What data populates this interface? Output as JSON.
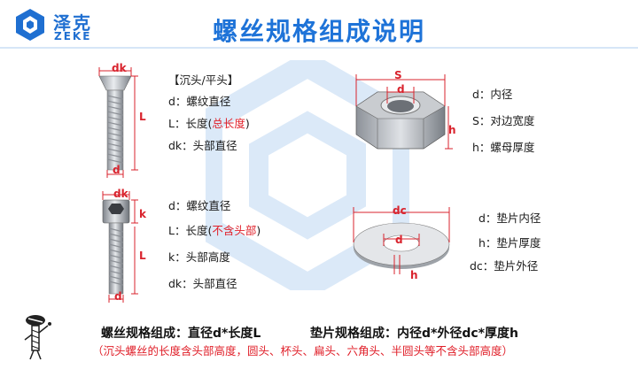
{
  "brand": {
    "cn": "泽克",
    "en": "ZEKE"
  },
  "title": "螺丝规格组成说明",
  "screw1": {
    "dims": {
      "top": "dk",
      "side": "L",
      "bottom": "d"
    },
    "legend": [
      {
        "label": "【沉头/平头】",
        "extra": ""
      },
      {
        "label": "d：螺纹直径",
        "extra": ""
      },
      {
        "label": "L：长度(",
        "extra": "总长度",
        "tail": ")"
      },
      {
        "label": "dk：头部直径",
        "extra": ""
      }
    ]
  },
  "screw2": {
    "dims": {
      "top": "dk",
      "k": "k",
      "side": "L",
      "bottom": "d"
    },
    "legend": [
      {
        "label": "d：螺纹直径"
      },
      {
        "label": "L：长度(",
        "extra": "不含头部",
        "tail": ")"
      },
      {
        "label": "k：头部高度"
      },
      {
        "label": "dk：头部直径"
      }
    ]
  },
  "nut": {
    "dims": {
      "s": "S",
      "d": "d",
      "h": "h"
    },
    "legend": [
      {
        "label": "d：内径"
      },
      {
        "label": "S：对边宽度"
      },
      {
        "label": "h：螺母厚度"
      }
    ]
  },
  "washer": {
    "dims": {
      "dc": "dc",
      "d": "d",
      "h": "h"
    },
    "legend": [
      {
        "label": "d：垫片内径"
      },
      {
        "label": "h：垫片厚度"
      },
      {
        "label": "dc：垫片外径"
      }
    ]
  },
  "footer": {
    "screw_spec": "螺丝规格组成：直径d*长度L",
    "washer_spec": "垫片规格组成：内径d*外径dc*厚度h",
    "note": "（沉头螺丝的长度含头部高度，圆头、杯头、扁头、六角头、半圆头等不含头部高度）"
  },
  "colors": {
    "accent": "#1e73d8",
    "dim": "#d9232d",
    "watermark": "#dbe9f8"
  }
}
